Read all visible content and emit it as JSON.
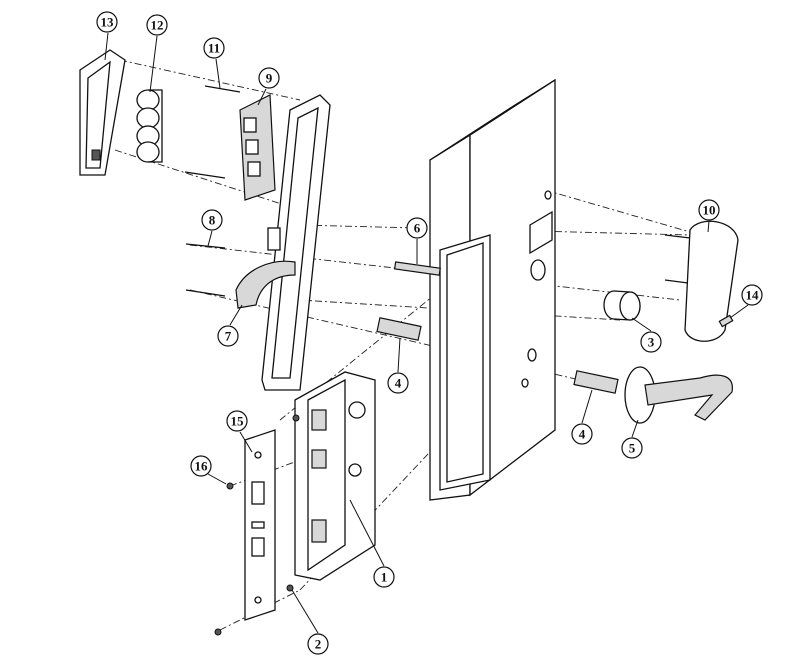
{
  "title": "Mortise lock exploded assembly diagram",
  "callouts": [
    {
      "label": "1"
    },
    {
      "label": "2"
    },
    {
      "label": "3"
    },
    {
      "label": "4"
    },
    {
      "label": "4"
    },
    {
      "label": "5"
    },
    {
      "label": "6"
    },
    {
      "label": "7"
    },
    {
      "label": "8"
    },
    {
      "label": "9"
    },
    {
      "label": "10"
    },
    {
      "label": "11"
    },
    {
      "label": "12"
    },
    {
      "label": "13"
    },
    {
      "label": "14"
    },
    {
      "label": "15"
    },
    {
      "label": "16"
    }
  ]
}
